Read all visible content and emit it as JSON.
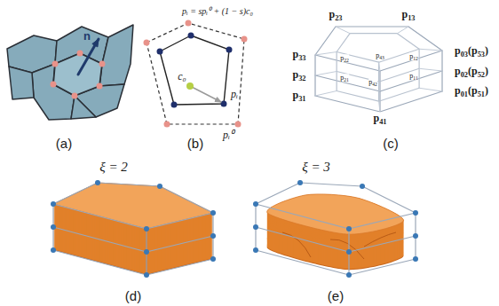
{
  "diagram": {
    "labels": [
      "n",
      "pᵢ = spᵢ⁰ + (1 − s)c₀",
      "c₀",
      "pᵢ",
      "pᵢ⁰",
      "p23",
      "p13",
      "p33",
      "p32",
      "p31",
      "p41",
      "p03(p53)",
      "p02(p52)",
      "p01(p51)",
      "p43",
      "p22",
      "p12",
      "p42",
      "p21",
      "p11",
      "ξ = 2",
      "ξ = 3",
      "(a)",
      "(b)",
      "(c)",
      "(d)",
      "(e)"
    ]
  }
}
